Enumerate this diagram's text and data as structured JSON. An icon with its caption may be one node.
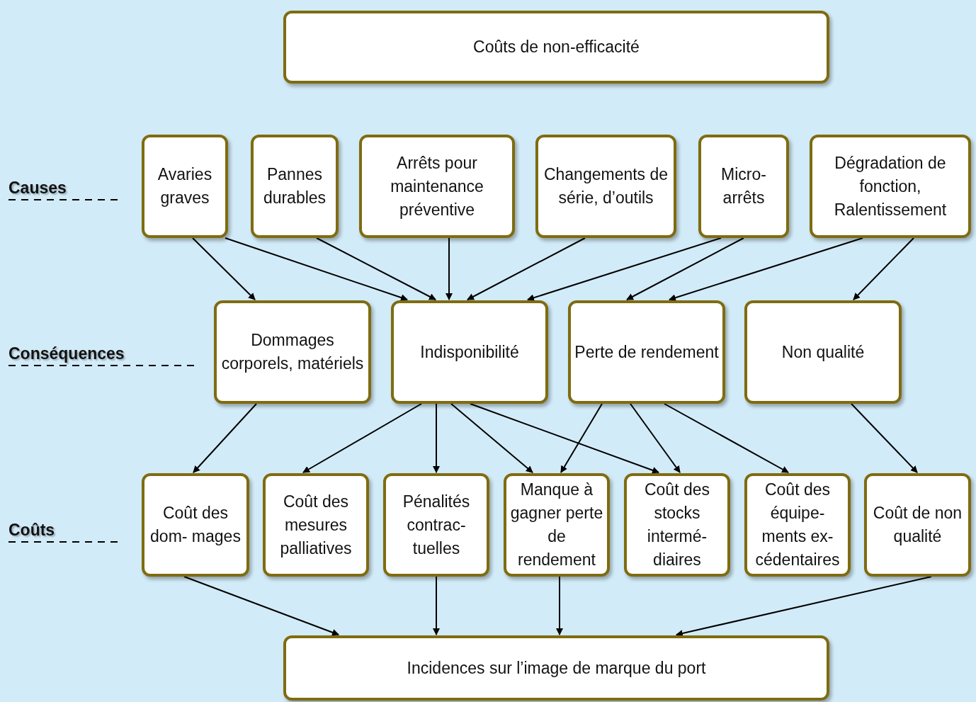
{
  "diagram": {
    "nodes": [
      {
        "text": [
          "Coûts de non-efficacité"
        ]
      },
      {
        "text": [
          "Avaries graves"
        ]
      },
      {
        "text": [
          "Pannes durables"
        ]
      },
      {
        "text": [
          "Arrêts pour maintenance préventive"
        ]
      },
      {
        "text": [
          "Changements de série, d’outils"
        ]
      },
      {
        "text": [
          "Micro- arrêts"
        ]
      },
      {
        "text": [
          "Dégradation de fonction, Ralentissement"
        ]
      },
      {
        "text": [
          "Dommages corporels, matériels"
        ]
      },
      {
        "text": [
          "Indisponibilité"
        ]
      },
      {
        "text": [
          "Perte de rendement"
        ]
      },
      {
        "text": [
          "Non qualité"
        ]
      },
      {
        "text": [
          "Coût des dom- mages"
        ]
      },
      {
        "text": [
          "Coût des mesures palliatives"
        ]
      },
      {
        "text": [
          "Pénalités contrac- tuelles"
        ]
      },
      {
        "text": [
          "Manque à gagner perte de rendement"
        ]
      },
      {
        "text": [
          "Coût des stocks intermé- diaires"
        ]
      },
      {
        "text": [
          "Coût des équipe- ments ex- cédentaires"
        ]
      },
      {
        "text": [
          "Coût de non qualité"
        ]
      },
      {
        "text": [
          "Incidences sur l’image de marque du port"
        ]
      }
    ],
    "edges": [
      {
        "from": 1,
        "to": 7,
        "arrow": "to"
      },
      {
        "from": 1,
        "to": 8,
        "arrow": "to"
      },
      {
        "from": 2,
        "to": 8,
        "arrow": "to"
      },
      {
        "from": 3,
        "to": 8,
        "arrow": "to"
      },
      {
        "from": 4,
        "to": 8,
        "arrow": "to"
      },
      {
        "from": 5,
        "to": 8,
        "arrow": "to"
      },
      {
        "from": 5,
        "to": 9,
        "arrow": "to"
      },
      {
        "from": 6,
        "to": 9,
        "arrow": "to"
      },
      {
        "from": 6,
        "to": 10,
        "arrow": "to"
      },
      {
        "from": 7,
        "to": 11,
        "arrow": "to"
      },
      {
        "from": 8,
        "to": 12,
        "arrow": "to"
      },
      {
        "from": 8,
        "to": 13,
        "arrow": "to"
      },
      {
        "from": 8,
        "to": 14,
        "arrow": "to"
      },
      {
        "from": 8,
        "to": 15,
        "arrow": "to"
      },
      {
        "from": 9,
        "to": 14,
        "arrow": "to"
      },
      {
        "from": 9,
        "to": 15,
        "arrow": "to"
      },
      {
        "from": 9,
        "to": 16,
        "arrow": "to"
      },
      {
        "from": 10,
        "to": 17,
        "arrow": "to"
      },
      {
        "from": 11,
        "to": 18,
        "arrow": "to"
      },
      {
        "from": 13,
        "to": 18,
        "arrow": "to"
      },
      {
        "from": 14,
        "to": 18,
        "arrow": "to"
      },
      {
        "from": 17,
        "to": 18,
        "arrow": "to"
      }
    ],
    "labels": [
      "Causes",
      "Conséquences",
      "Coûts"
    ]
  }
}
